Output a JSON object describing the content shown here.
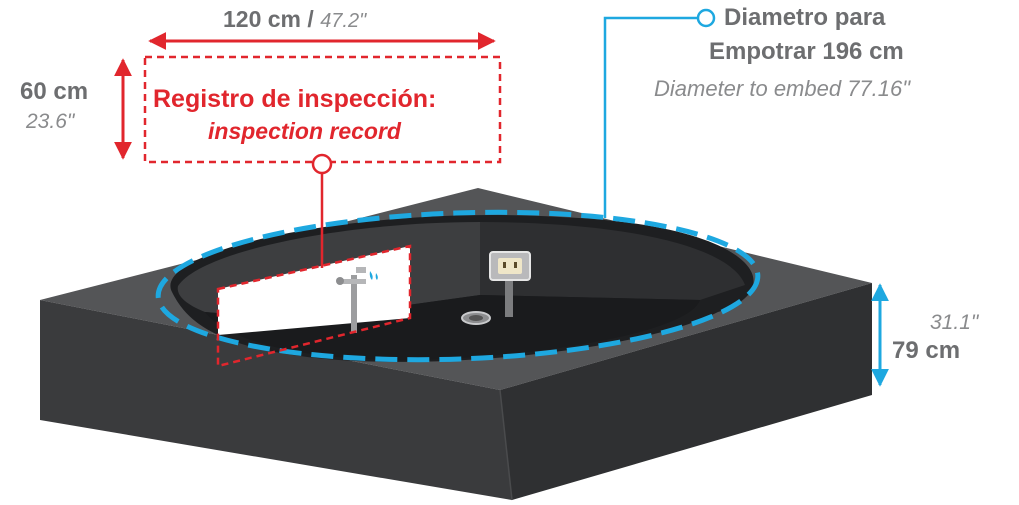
{
  "colors": {
    "accent_red": "#e1262d",
    "accent_blue": "#1ea8e0",
    "text_grey": "#6d6e70",
    "text_light": "#8a8b8d",
    "body_dark": "#3a3b3d",
    "top_grey": "#545557",
    "floor_black": "#1e1f21"
  },
  "width_dimension": {
    "metric": "120 cm",
    "separator": "/",
    "imperial": "47.2\""
  },
  "height_left_dimension": {
    "metric": "60 cm",
    "imperial": "23.6\""
  },
  "inspection_record": {
    "title_es": "Registro de inspección:",
    "title_en": "inspection record"
  },
  "diameter": {
    "line1": "Diametro para",
    "line2": "Empotrar 196 cm",
    "english": "Diameter to embed 77.16\""
  },
  "depth_dimension": {
    "imperial": "31.1\"",
    "metric": "79 cm"
  },
  "icons": [
    "faucet-icon",
    "electrical-outlet-icon",
    "drain-icon"
  ]
}
